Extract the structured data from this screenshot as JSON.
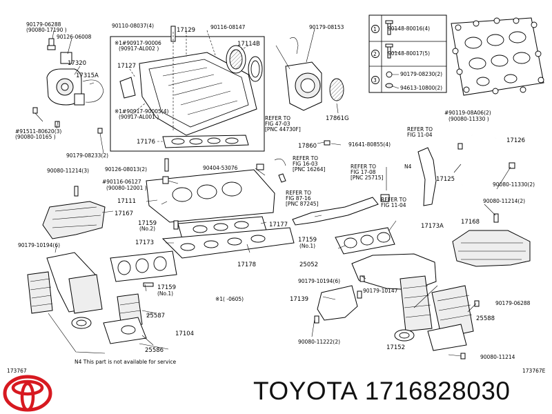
{
  "brand": {
    "name": "TOYOTA",
    "part_number": "1716828030"
  },
  "corner_codes": {
    "left": "173767",
    "right": "173767E"
  },
  "footnote": {
    "note": "N4  This part is not available for service",
    "range": "※1(      -0605)"
  },
  "legend_table": {
    "rows": [
      {
        "n": "1",
        "code": "90148-80016(4)"
      },
      {
        "n": "2",
        "code": "90148-80017(5)"
      },
      {
        "n": "3",
        "code": "90179-08230(2)"
      },
      {
        "n": "",
        "code": "94613-10800(2)"
      }
    ]
  },
  "labels": {
    "l01": "90179-06288",
    "l02": "(90080-17190   )",
    "l03": "90126-06008",
    "l04": "17320",
    "l05": "17315A",
    "l06": "#91511-80620(3)",
    "l07": "(90080-10165   )",
    "l08": "90179-08233(2)",
    "l09": "90110-08037(4)",
    "l10": "17129",
    "l11": "90116-08147",
    "l12": "17114B",
    "l13": "※1#90917-90006",
    "l14": "(90917-AL002  )",
    "l15": "17127",
    "l16": "※1#90917-90005(4)",
    "l17": "(90917-AL001  )",
    "l18": "17176",
    "l19": "90179-08153",
    "l20": "REFER TO",
    "l21": "FIG 47-03",
    "l22": "[PNC 44730F]",
    "l23": "17861G",
    "l24": "17860",
    "l25": "91641-80855(4)",
    "l26": "90080-11214(3)",
    "l27": "90126-08013(2)",
    "l28": "#90116-06127",
    "l29": "(90080-12001  )",
    "l30": "90404-53076",
    "l31": "REFER TO",
    "l32": "FIG 16-03",
    "l33": "[PNC 16264]",
    "l34": "REFER TO",
    "l35": "FIG 17-08",
    "l36": "[PNC 25715]",
    "l37": "17111",
    "l38": "REFER TO",
    "l39": "FIG 87-16",
    "l40": "[PNC 87245]",
    "l41": "REFER TO",
    "l42": "FIG 11-04",
    "l43": "17167",
    "l44": "17159",
    "l45": "(No.2)",
    "l46": "17177",
    "l47": "17173",
    "l48": "17178",
    "l49": "90179-10194(6)",
    "l50": "17159",
    "l51": "(No.1)",
    "l52": "17159",
    "l53": "(No.1)",
    "l54": "25587",
    "l55": "17104",
    "l56": "25586",
    "l57": "REFER TO",
    "l58": "FIG 11-04",
    "l59": "N4",
    "l60": "#90119-08A06(2)",
    "l61": "(90080-11330  )",
    "l62": "17126",
    "l63": "17125",
    "l64": "90080-11330(2)",
    "l65": "90080-11214(2)",
    "l66": "17168",
    "l67": "17173A",
    "l68": "25052",
    "l69": "90179-10194(6)",
    "l70": "90179-10147",
    "l71": "17139",
    "l72": "90179-06288",
    "l73": "25588",
    "l74": "90080-11222(2)",
    "l75": "17152",
    "l76": "90080-11214"
  }
}
